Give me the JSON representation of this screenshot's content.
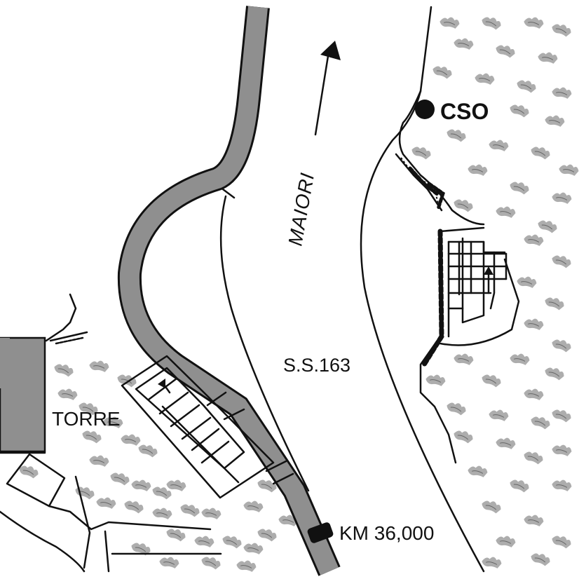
{
  "map": {
    "labels": {
      "torre": "TORRE",
      "road": "S.S.163",
      "direction": "MAIORI",
      "km": "KM 36,000",
      "poi": "CSO"
    },
    "colors": {
      "road_fill": "#8f8f8f",
      "building": "#8f8f8f",
      "ink": "#111111",
      "vegetation": "#6a6a6a"
    },
    "icons": {
      "direction_arrow": "arrow-up-icon",
      "poi_marker": "filled-circle-icon",
      "km_marker": "milestone-icon",
      "vegetation": "shrub-icon"
    }
  }
}
